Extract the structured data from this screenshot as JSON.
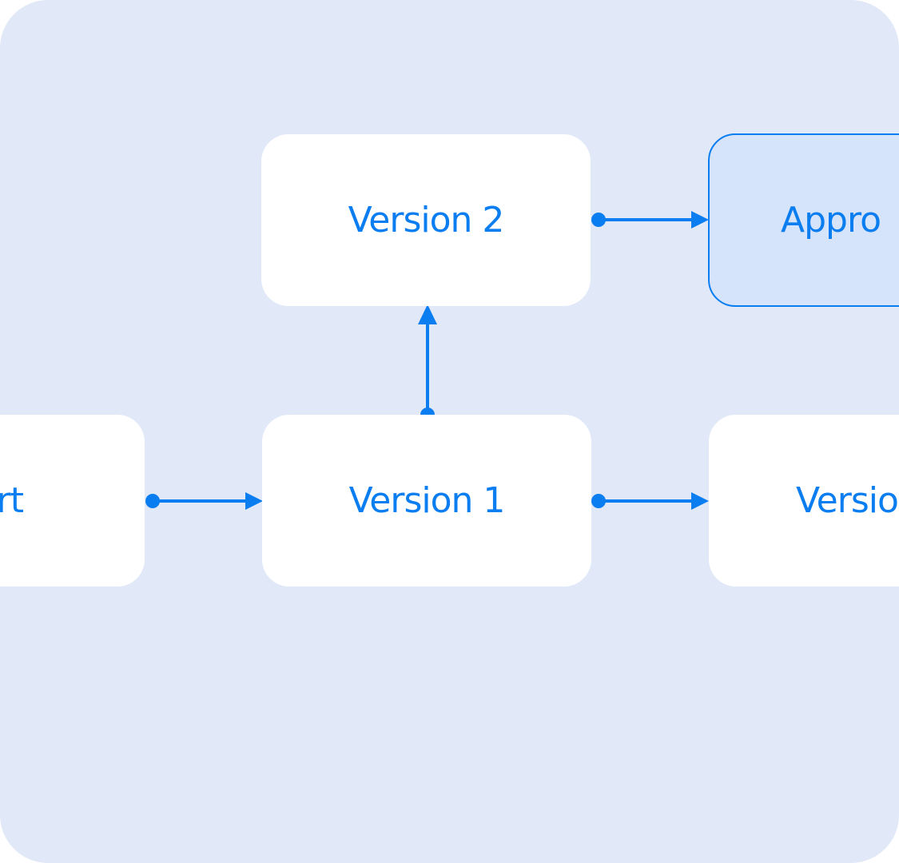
{
  "colors": {
    "background": "#e1e9f9",
    "node_fill": "#ffffff",
    "approved_fill": "#d5e3fb",
    "accent": "#0a7df0"
  },
  "nodes": {
    "start": {
      "label": "rt"
    },
    "version_1": {
      "label": "Version 1"
    },
    "version_2": {
      "label": "Version 2"
    },
    "approved": {
      "label": "Appro"
    },
    "version_3": {
      "label": "Versio"
    }
  },
  "edges": [
    {
      "from": "start",
      "to": "version_1"
    },
    {
      "from": "version_1",
      "to": "version_2"
    },
    {
      "from": "version_2",
      "to": "approved"
    },
    {
      "from": "version_1",
      "to": "version_3"
    }
  ]
}
